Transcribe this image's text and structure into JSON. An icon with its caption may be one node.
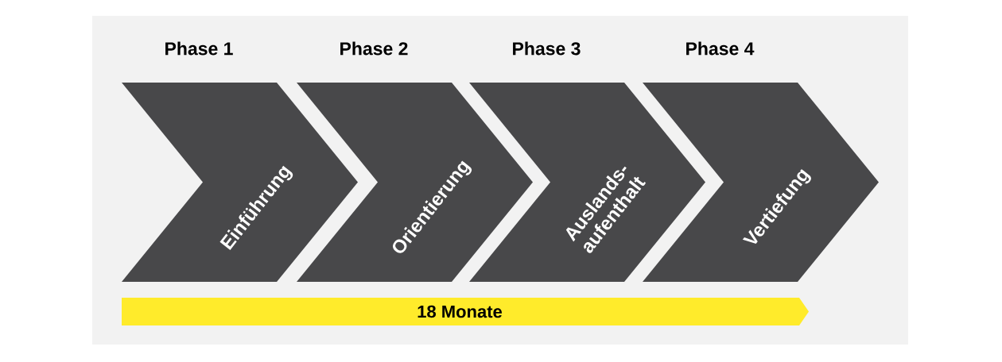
{
  "diagram": {
    "nodes": [
      {
        "text": [
          "Phase 1",
          "Einführung"
        ]
      },
      {
        "text": [
          "Phase 2",
          "Orientierung"
        ]
      },
      {
        "text": [
          "Phase 3",
          "Auslands- aufenthalt"
        ]
      },
      {
        "text": [
          "Phase 4",
          "Vertiefung"
        ]
      },
      {
        "text": [
          "18 Monate"
        ]
      }
    ]
  }
}
